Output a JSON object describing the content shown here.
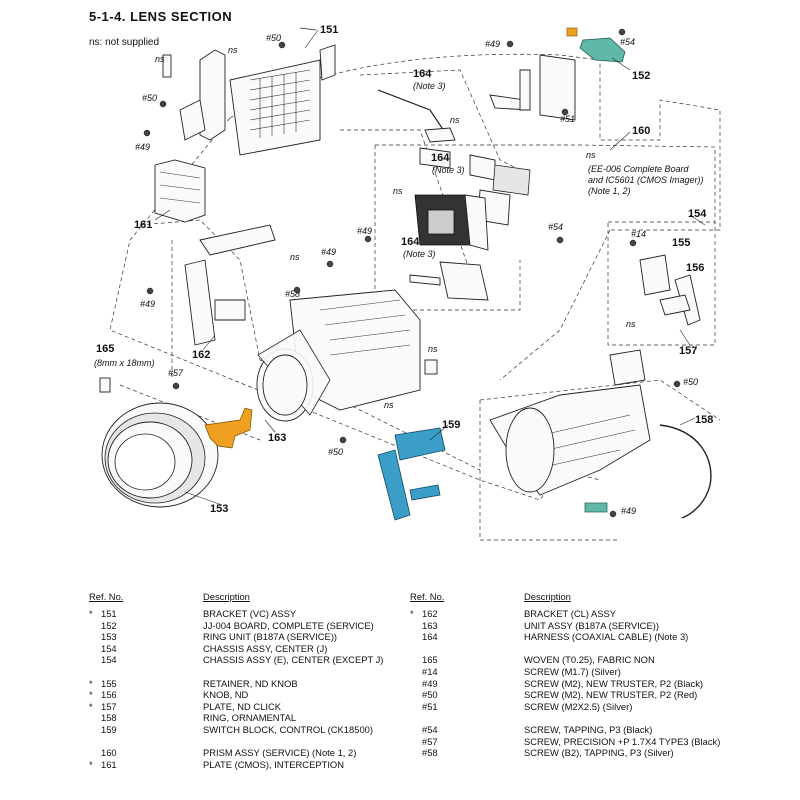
{
  "header": {
    "title": "5-1-4.  LENS  SECTION",
    "note": "ns: not supplied"
  },
  "colors": {
    "accent_orange": "#f0a020",
    "accent_teal": "#5fb8a8",
    "accent_blue": "#3a9ec8"
  },
  "diagram": {
    "callouts": {
      "r151": "151",
      "r152": "152",
      "r153": "153",
      "r154": "154",
      "r155": "155",
      "r156": "156",
      "r157": "157",
      "r158": "158",
      "r159": "159",
      "r160": "160",
      "r161": "161",
      "r162": "162",
      "r163": "163",
      "r164a": "164",
      "r164b": "164",
      "r164c": "164",
      "r165": "165"
    },
    "screws": {
      "s50a": "#50",
      "s50b": "#50",
      "s49a": "#49",
      "s49b": "#49",
      "s49c": "#49",
      "s49d": "#49",
      "s49e": "#49",
      "s54a": "#54",
      "s54b": "#54",
      "s51": "#51",
      "s14": "#14",
      "s58": "#58",
      "s57": "#57",
      "s50c": "#50",
      "s50d": "#50",
      "s49f": "#49"
    },
    "ns": {
      "n1": "ns",
      "n2": "ns",
      "n3": "ns",
      "n4": "ns",
      "n5": "ns",
      "n6": "ns",
      "n7": "ns",
      "n8": "ns",
      "n9": "ns"
    },
    "notes": {
      "note3a": "(Note 3)",
      "note3b": "(Note 3)",
      "note3c": "(Note 3)",
      "ee006_1": "(EE-006 Complete Board",
      "ee006_2": "and IC5601 (CMOS Imager))",
      "ee006_3": "(Note 1, 2)",
      "size": "(8mm x 18mm)"
    }
  },
  "table": {
    "headers": {
      "ref": "Ref. No.",
      "desc": "Description"
    },
    "left": [
      {
        "mark": "*",
        "ref": "151",
        "desc": "BRACKET (VC) ASSY"
      },
      {
        "mark": "",
        "ref": "152",
        "desc": "JJ-004 BOARD, COMPLETE (SERVICE)"
      },
      {
        "mark": "",
        "ref": "153",
        "desc": "RING UNIT (B187A (SERVICE))"
      },
      {
        "mark": "",
        "ref": "154",
        "desc": "CHASSIS ASSY, CENTER (J)"
      },
      {
        "mark": "",
        "ref": "154",
        "desc": "CHASSIS ASSY (E), CENTER (EXCEPT J)"
      },
      {
        "mark": "",
        "ref": "",
        "desc": ""
      },
      {
        "mark": "*",
        "ref": "155",
        "desc": "RETAINER, ND KNOB"
      },
      {
        "mark": "*",
        "ref": "156",
        "desc": "KNOB, ND"
      },
      {
        "mark": "*",
        "ref": "157",
        "desc": "PLATE, ND CLICK"
      },
      {
        "mark": "",
        "ref": "158",
        "desc": "RING, ORNAMENTAL"
      },
      {
        "mark": "",
        "ref": "159",
        "desc": "SWITCH BLOCK, CONTROL (CK18500)"
      },
      {
        "mark": "",
        "ref": "",
        "desc": ""
      },
      {
        "mark": "",
        "ref": "160",
        "desc": "PRISM ASSY (SERVICE) (Note 1, 2)"
      },
      {
        "mark": "*",
        "ref": "161",
        "desc": "PLATE (CMOS), INTERCEPTION"
      }
    ],
    "right": [
      {
        "mark": "*",
        "ref": "162",
        "desc": "BRACKET (CL) ASSY"
      },
      {
        "mark": "",
        "ref": "163",
        "desc": "UNIT ASSY (B187A (SERVICE))"
      },
      {
        "mark": "",
        "ref": "164",
        "desc": "HARNESS (COAXIAL CABLE) (Note 3)"
      },
      {
        "mark": "",
        "ref": "",
        "desc": ""
      },
      {
        "mark": "",
        "ref": "165",
        "desc": "WOVEN (T0.25), FABRIC NON"
      },
      {
        "mark": "",
        "ref": "#14",
        "desc": "SCREW (M1.7) (Silver)"
      },
      {
        "mark": "",
        "ref": "#49",
        "desc": "SCREW (M2), NEW TRUSTER, P2 (Black)"
      },
      {
        "mark": "",
        "ref": "#50",
        "desc": "SCREW (M2), NEW TRUSTER, P2 (Red)"
      },
      {
        "mark": "",
        "ref": "#51",
        "desc": "SCREW (M2X2.5) (Silver)"
      },
      {
        "mark": "",
        "ref": "",
        "desc": ""
      },
      {
        "mark": "",
        "ref": "#54",
        "desc": "SCREW, TAPPING, P3 (Black)"
      },
      {
        "mark": "",
        "ref": "#57",
        "desc": "SCREW, PRECISION +P 1.7X4 TYPE3 (Black)"
      },
      {
        "mark": "",
        "ref": "#58",
        "desc": "SCREW (B2), TAPPING, P3 (Silver)"
      }
    ]
  }
}
